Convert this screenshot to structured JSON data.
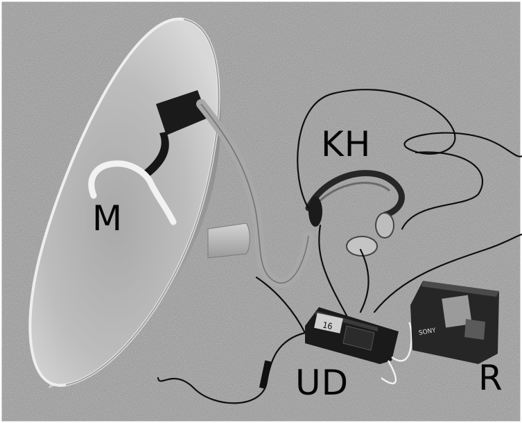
{
  "labels": {
    "m": "M",
    "kh": "KH",
    "ud": "UD",
    "r": "R"
  },
  "device_text": {
    "recorder_brand": "SONY",
    "display_digits": "16"
  },
  "colors": {
    "carpet": "#8c8c8c",
    "dish_inner": "#b8b8b8",
    "dish_rim": "#e6e6e6",
    "device_dark": "#1c1c1c",
    "cable": "#101010",
    "label_text": "#050505"
  }
}
